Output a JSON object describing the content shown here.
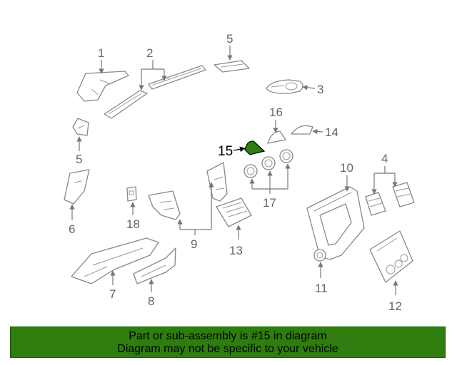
{
  "callouts": {
    "c1": "1",
    "c2": "2",
    "c3": "3",
    "c4": "4",
    "c5a": "5",
    "c5b": "5",
    "c6": "6",
    "c7": "7",
    "c8": "8",
    "c9": "9",
    "c10": "10",
    "c11": "11",
    "c12": "12",
    "c13": "13",
    "c14": "14",
    "c15": "15",
    "c16": "16",
    "c17": "17",
    "c18": "18"
  },
  "highlight": {
    "part_number": "15",
    "color": "#2e7d0e"
  },
  "banner": {
    "line1": "Part or sub-assembly is #15 in diagram",
    "line2": "Diagram may not be specific to your vehicle"
  }
}
